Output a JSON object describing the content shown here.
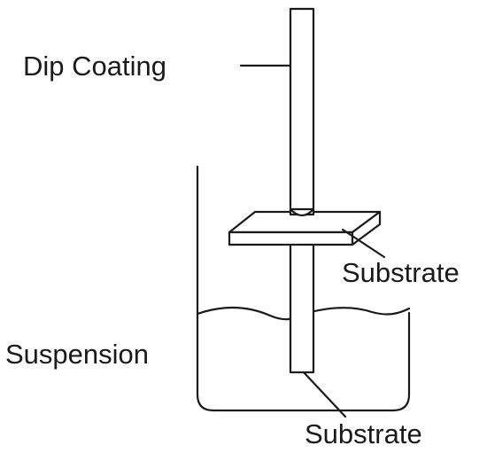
{
  "diagram": {
    "labels": {
      "dip_coating": "Dip Coating",
      "substrate_plate": "Substrate",
      "suspension": "Suspension",
      "substrate_immersed": "Substrate"
    }
  }
}
